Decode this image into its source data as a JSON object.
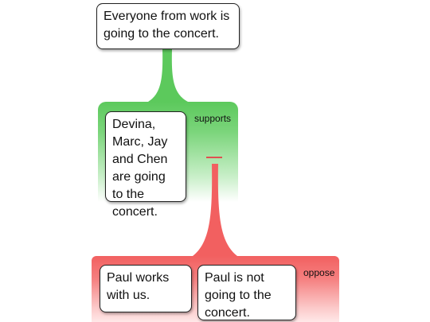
{
  "claim": {
    "text": "Everyone from work is going to the concert."
  },
  "support_group": {
    "label": "supports",
    "color": "#5cc95c",
    "premise": "Devina, Marc, Jay and Chen are going to the concert."
  },
  "oppose_group": {
    "label": "oppose",
    "color": "#f26060",
    "premises": [
      "Paul works with us.",
      "Paul is not going to the concert."
    ]
  }
}
